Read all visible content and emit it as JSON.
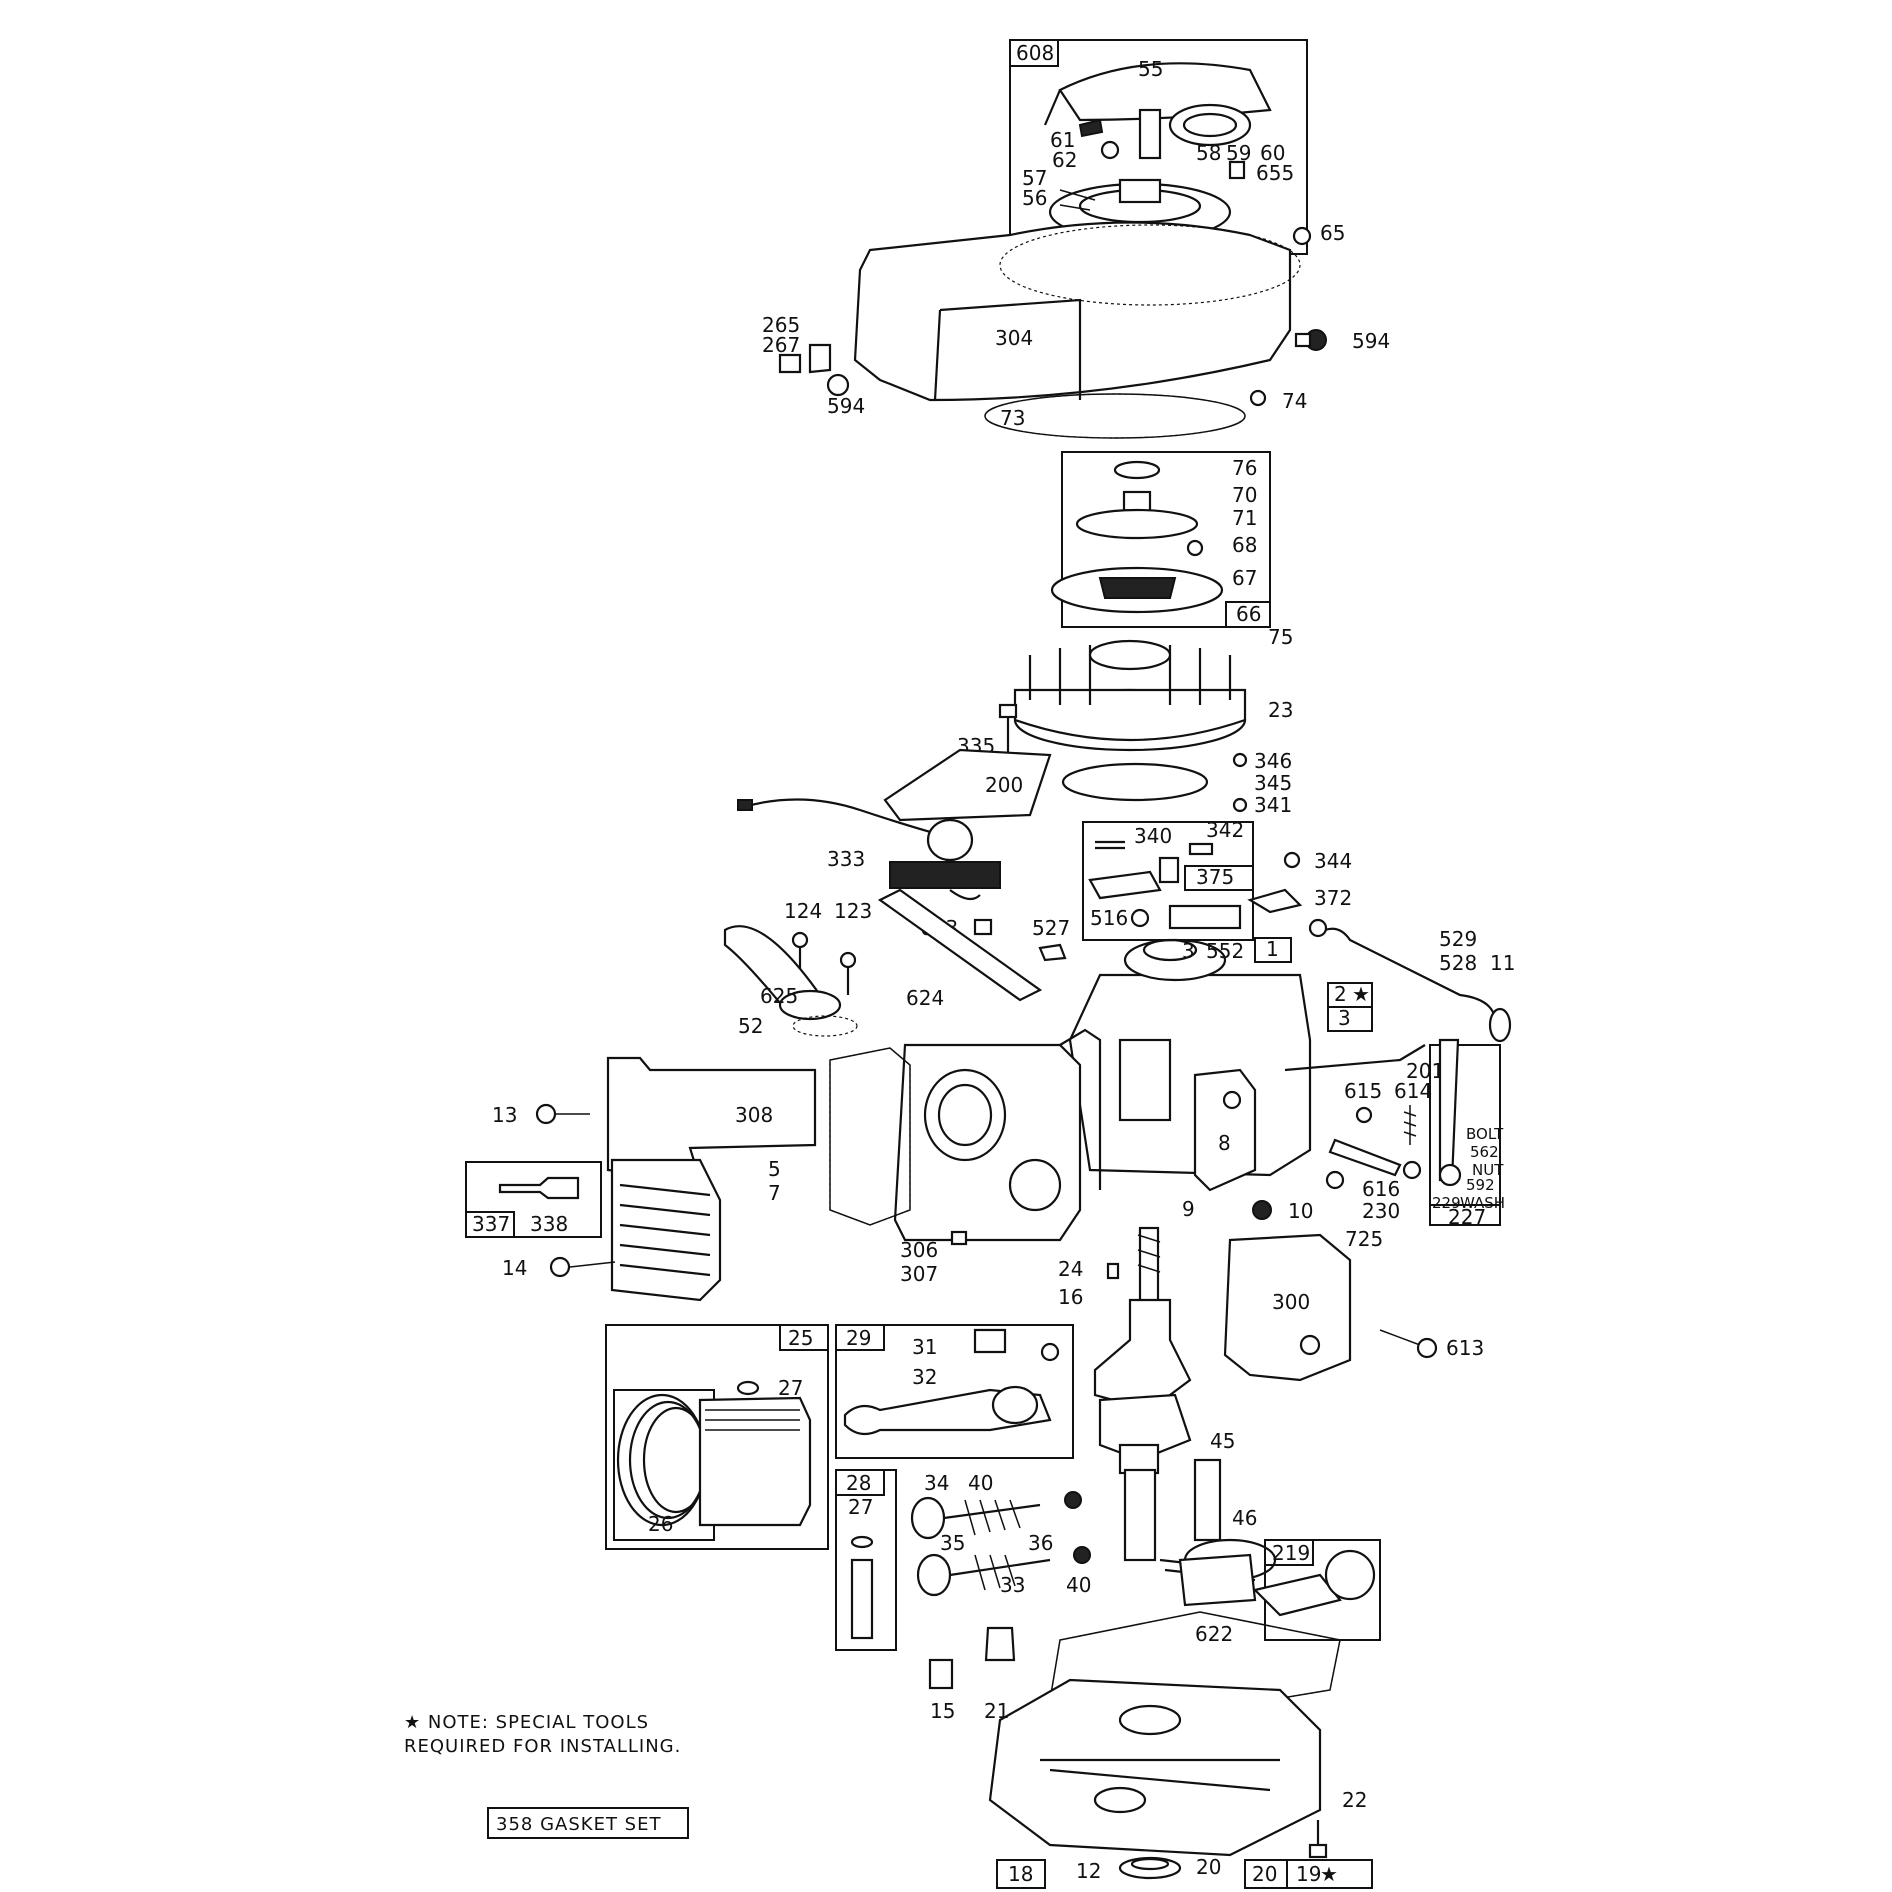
{
  "parts": {
    "p608": "608",
    "p55": "55",
    "p61": "61",
    "p62": "62",
    "p58": "58",
    "p59": "59",
    "p60": "60",
    "p655": "655",
    "p57": "57",
    "p56": "56",
    "p65": "65",
    "p265": "265",
    "p267": "267",
    "p304": "304",
    "p594a": "594",
    "p594b": "594",
    "p73": "73",
    "p74": "74",
    "p76": "76",
    "p70": "70",
    "p71": "71",
    "p68": "68",
    "p67": "67",
    "p66": "66",
    "p75": "75",
    "p23": "23",
    "p335": "335",
    "p346": "346",
    "p345": "345",
    "p200": "200",
    "p341": "341",
    "p340": "340",
    "p342": "342",
    "p375": "375",
    "p333": "333",
    "p344": "344",
    "p372": "372",
    "p516": "516",
    "p124": "124",
    "p123": "123",
    "p623": "623",
    "p527": "527",
    "p3a": "3",
    "p552": "552",
    "p1": "1",
    "p529": "529",
    "p528": "528",
    "p11": "11",
    "p625": "625",
    "p624": "624",
    "p52": "52",
    "p2": "2",
    "p3b": "3",
    "p201": "201",
    "p615": "615",
    "p614": "614",
    "p13": "13",
    "p308": "308",
    "p8": "8",
    "p616": "616",
    "p230": "230",
    "p5": "5",
    "p7": "7",
    "p337": "337",
    "p338": "338",
    "p9": "9",
    "p10": "10",
    "p725": "725",
    "p14": "14",
    "p306": "306",
    "p307": "307",
    "p24": "24",
    "p16": "16",
    "p300": "300",
    "p613": "613",
    "p25": "25",
    "p29": "29",
    "p31": "31",
    "p32": "32",
    "p27a": "27",
    "p26": "26",
    "p45": "45",
    "p28": "28",
    "p34": "34",
    "p40a": "40",
    "p46": "46",
    "p27b": "27",
    "p35": "35",
    "p36": "36",
    "p33": "33",
    "p40b": "40",
    "p219": "219",
    "p622": "622",
    "p15": "15",
    "p21": "21",
    "p22": "22",
    "p18": "18",
    "p12": "12",
    "p20a": "20",
    "p20b": "20",
    "p19": "19",
    "p227": "227",
    "p229": "229"
  },
  "hardware_labels": {
    "bolt": "BOLT",
    "p562": "562",
    "nut": "NUT",
    "p592": "592",
    "wash": "WASH"
  },
  "star_glyph": "★",
  "note": {
    "line1": "★ NOTE: SPECIAL TOOLS",
    "line2": "REQUIRED FOR INSTALLING."
  },
  "gasket_set": "358 GASKET SET"
}
